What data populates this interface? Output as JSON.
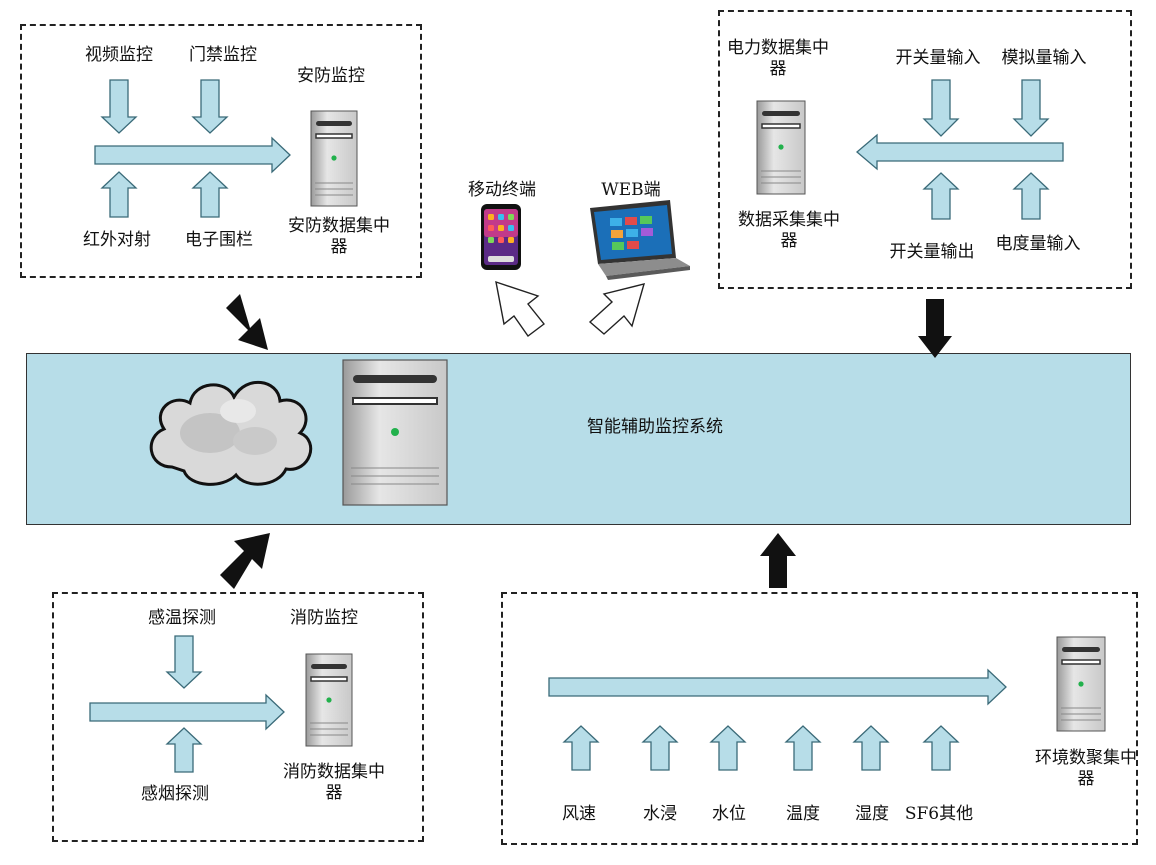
{
  "central": {
    "title": "智能辅助监控系统"
  },
  "security": {
    "inputs": [
      "视频监控",
      "门禁监控",
      "红外对射",
      "电子围栏"
    ],
    "title": "安防监控",
    "concentrator": "安防数据集中器"
  },
  "power": {
    "title": "电力数据集中器",
    "inputs": [
      "开关量输入",
      "模拟量输入",
      "开关量输出",
      "电度量输入"
    ],
    "concentrator": "数据采集集中器"
  },
  "terminals": {
    "mobile": "移动终端",
    "web": "WEB端"
  },
  "fire": {
    "inputs": [
      "感温探测",
      "感烟探测"
    ],
    "title": "消防监控",
    "concentrator": "消防数据集中器"
  },
  "environment": {
    "sensors": [
      "风速",
      "水浸",
      "水位",
      "温度",
      "湿度",
      "SF6其他"
    ],
    "concentrator": "环境数聚集中器"
  },
  "colors": {
    "light_blue": "#b7dde8",
    "arrow_stroke": "#3a6a78",
    "led": "#22b14c"
  }
}
